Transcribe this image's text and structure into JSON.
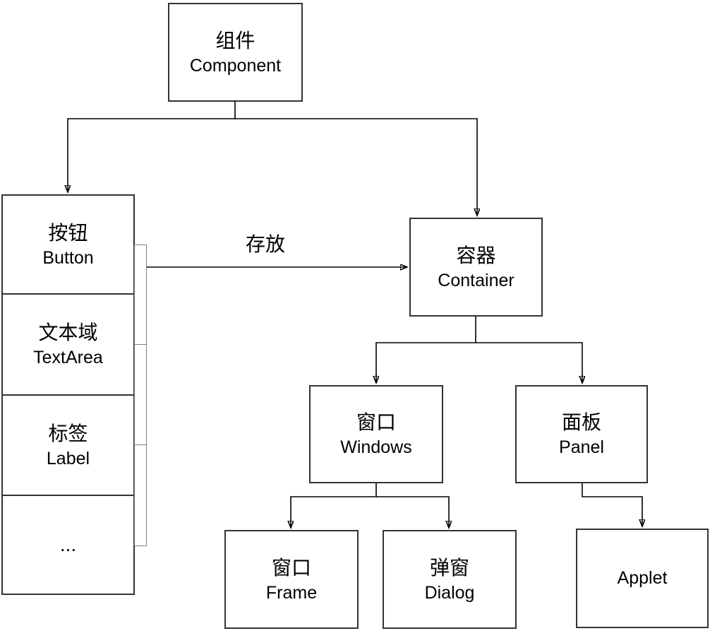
{
  "nodes": {
    "component": {
      "zh": "组件",
      "en": "Component"
    },
    "button": {
      "zh": "按钮",
      "en": "Button"
    },
    "textarea": {
      "zh": "文本域",
      "en": "TextArea"
    },
    "label": {
      "zh": "标签",
      "en": "Label"
    },
    "ellipsis": {
      "zh": "...",
      "en": ""
    },
    "container": {
      "zh": "容器",
      "en": "Container"
    },
    "windows": {
      "zh": "窗口",
      "en": "Windows"
    },
    "panel": {
      "zh": "面板",
      "en": "Panel"
    },
    "frame": {
      "zh": "窗口",
      "en": "Frame"
    },
    "dialog": {
      "zh": "弹窗",
      "en": "Dialog"
    },
    "applet": {
      "zh": "",
      "en": "Applet"
    }
  },
  "edges": {
    "contains_label": "存放"
  },
  "colors": {
    "background": "#ffffff",
    "box_border": "#333333",
    "bracket_border": "#7f7f7f",
    "connector_line": "#000000",
    "text": "#000000"
  }
}
